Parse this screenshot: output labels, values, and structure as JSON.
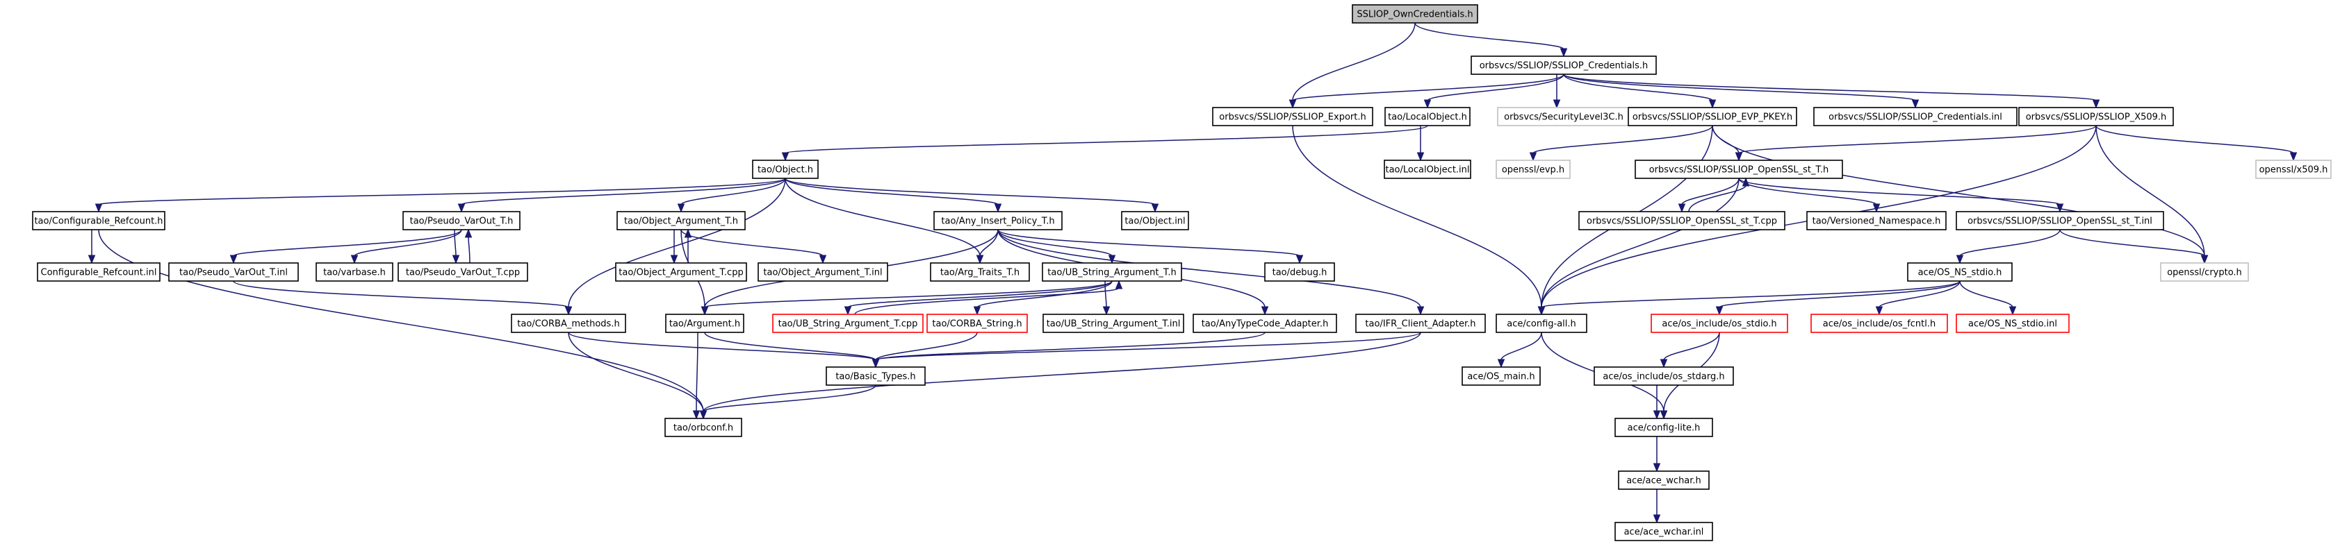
{
  "graph": {
    "colors": {
      "edge": "#191970",
      "normal_border": "#000000",
      "missing_border": "#ff0000",
      "external_border": "#bfbfbf",
      "root_fill": "#bfbfbf"
    },
    "nodes": [
      {
        "id": "n_own",
        "label": "SSLIOP_OwnCredentials.h",
        "kind": "root"
      },
      {
        "id": "n_cred",
        "label": "orbsvcs/SSLIOP/SSLIOP_Credentials.h",
        "kind": "normal"
      },
      {
        "id": "n_export",
        "label": "orbsvcs/SSLIOP/SSLIOP_Export.h",
        "kind": "normal"
      },
      {
        "id": "n_localobj",
        "label": "tao/LocalObject.h",
        "kind": "normal"
      },
      {
        "id": "n_seclevel",
        "label": "orbsvcs/SecurityLevel3C.h",
        "kind": "external"
      },
      {
        "id": "n_evp",
        "label": "orbsvcs/SSLIOP/SSLIOP_EVP_PKEY.h",
        "kind": "normal"
      },
      {
        "id": "n_credinl",
        "label": "orbsvcs/SSLIOP/SSLIOP_Credentials.inl",
        "kind": "normal"
      },
      {
        "id": "n_x509",
        "label": "orbsvcs/SSLIOP/SSLIOP_X509.h",
        "kind": "normal"
      },
      {
        "id": "n_object",
        "label": "tao/Object.h",
        "kind": "normal"
      },
      {
        "id": "n_localobjinl",
        "label": "tao/LocalObject.inl",
        "kind": "normal"
      },
      {
        "id": "n_opensslevp",
        "label": "openssl/evp.h",
        "kind": "external"
      },
      {
        "id": "n_ssltth",
        "label": "orbsvcs/SSLIOP/SSLIOP_OpenSSL_st_T.h",
        "kind": "normal"
      },
      {
        "id": "n_opensslx509",
        "label": "openssl/x509.h",
        "kind": "external"
      },
      {
        "id": "n_confref",
        "label": "tao/Configurable_Refcount.h",
        "kind": "normal"
      },
      {
        "id": "n_pvo",
        "label": "tao/Pseudo_VarOut_T.h",
        "kind": "normal"
      },
      {
        "id": "n_oat",
        "label": "tao/Object_Argument_T.h",
        "kind": "normal"
      },
      {
        "id": "n_aip",
        "label": "tao/Any_Insert_Policy_T.h",
        "kind": "normal"
      },
      {
        "id": "n_objinl",
        "label": "tao/Object.inl",
        "kind": "normal"
      },
      {
        "id": "n_ssltcpp",
        "label": "orbsvcs/SSLIOP/SSLIOP_OpenSSL_st_T.cpp",
        "kind": "normal"
      },
      {
        "id": "n_versioned",
        "label": "tao/Versioned_Namespace.h",
        "kind": "normal"
      },
      {
        "id": "n_ssltinl",
        "label": "orbsvcs/SSLIOP/SSLIOP_OpenSSL_st_T.inl",
        "kind": "normal"
      },
      {
        "id": "n_confrefinl",
        "label": "Configurable_Refcount.inl",
        "kind": "normal"
      },
      {
        "id": "n_pvoinl",
        "label": "tao/Pseudo_VarOut_T.inl",
        "kind": "normal"
      },
      {
        "id": "n_varbase",
        "label": "tao/varbase.h",
        "kind": "normal"
      },
      {
        "id": "n_pvocpp",
        "label": "tao/Pseudo_VarOut_T.cpp",
        "kind": "normal"
      },
      {
        "id": "n_oatcpp",
        "label": "tao/Object_Argument_T.cpp",
        "kind": "normal"
      },
      {
        "id": "n_oatinl",
        "label": "tao/Object_Argument_T.inl",
        "kind": "normal"
      },
      {
        "id": "n_argtraits",
        "label": "tao/Arg_Traits_T.h",
        "kind": "normal"
      },
      {
        "id": "n_usat",
        "label": "tao/UB_String_Argument_T.h",
        "kind": "normal"
      },
      {
        "id": "n_debug",
        "label": "tao/debug.h",
        "kind": "normal"
      },
      {
        "id": "n_opensslcrypto",
        "label": "openssl/crypto.h",
        "kind": "external"
      },
      {
        "id": "n_osnsstdio",
        "label": "ace/OS_NS_stdio.h",
        "kind": "normal"
      },
      {
        "id": "n_corbamethods",
        "label": "tao/CORBA_methods.h",
        "kind": "normal"
      },
      {
        "id": "n_argument",
        "label": "tao/Argument.h",
        "kind": "normal"
      },
      {
        "id": "n_usatcpp",
        "label": "tao/UB_String_Argument_T.cpp",
        "kind": "missing"
      },
      {
        "id": "n_corbastring",
        "label": "tao/CORBA_String.h",
        "kind": "missing"
      },
      {
        "id": "n_usatinl",
        "label": "tao/UB_String_Argument_T.inl",
        "kind": "normal"
      },
      {
        "id": "n_anytypecode",
        "label": "tao/AnyTypeCode_Adapter.h",
        "kind": "normal"
      },
      {
        "id": "n_ifrclient",
        "label": "tao/IFR_Client_Adapter.h",
        "kind": "normal"
      },
      {
        "id": "n_configall",
        "label": "ace/config-all.h",
        "kind": "normal"
      },
      {
        "id": "n_osincstdio",
        "label": "ace/os_include/os_stdio.h",
        "kind": "missing"
      },
      {
        "id": "n_osincfcntl",
        "label": "ace/os_include/os_fcntl.h",
        "kind": "missing"
      },
      {
        "id": "n_osnsstdioinl",
        "label": "ace/OS_NS_stdio.inl",
        "kind": "missing"
      },
      {
        "id": "n_basictypes",
        "label": "tao/Basic_Types.h",
        "kind": "normal"
      },
      {
        "id": "n_osmain",
        "label": "ace/OS_main.h",
        "kind": "normal"
      },
      {
        "id": "n_osincstdarg",
        "label": "ace/os_include/os_stdarg.h",
        "kind": "normal"
      },
      {
        "id": "n_orbconf",
        "label": "tao/orbconf.h",
        "kind": "normal"
      },
      {
        "id": "n_configlite",
        "label": "ace/config-lite.h",
        "kind": "normal"
      },
      {
        "id": "n_acewchar",
        "label": "ace/ace_wchar.h",
        "kind": "normal"
      },
      {
        "id": "n_acewcharinl",
        "label": "ace/ace_wchar.inl",
        "kind": "normal"
      }
    ],
    "edges": [
      [
        "n_own",
        "n_cred"
      ],
      [
        "n_own",
        "n_export"
      ],
      [
        "n_cred",
        "n_export"
      ],
      [
        "n_cred",
        "n_localobj"
      ],
      [
        "n_cred",
        "n_seclevel"
      ],
      [
        "n_cred",
        "n_evp"
      ],
      [
        "n_cred",
        "n_credinl"
      ],
      [
        "n_cred",
        "n_x509"
      ],
      [
        "n_export",
        "n_configall"
      ],
      [
        "n_localobj",
        "n_object"
      ],
      [
        "n_localobj",
        "n_localobjinl"
      ],
      [
        "n_evp",
        "n_opensslevp"
      ],
      [
        "n_evp",
        "n_ssltth"
      ],
      [
        "n_evp",
        "n_configall"
      ],
      [
        "n_evp",
        "n_opensslcrypto"
      ],
      [
        "n_x509",
        "n_opensslx509"
      ],
      [
        "n_x509",
        "n_ssltth"
      ],
      [
        "n_x509",
        "n_configall"
      ],
      [
        "n_x509",
        "n_opensslcrypto"
      ],
      [
        "n_object",
        "n_confref"
      ],
      [
        "n_object",
        "n_pvo"
      ],
      [
        "n_object",
        "n_oat"
      ],
      [
        "n_object",
        "n_aip"
      ],
      [
        "n_object",
        "n_objinl"
      ],
      [
        "n_object",
        "n_corbamethods"
      ],
      [
        "n_object",
        "n_argtraits"
      ],
      [
        "n_ssltth",
        "n_ssltcpp"
      ],
      [
        "n_ssltcpp",
        "n_ssltth"
      ],
      [
        "n_ssltth",
        "n_versioned"
      ],
      [
        "n_ssltth",
        "n_ssltinl"
      ],
      [
        "n_ssltth",
        "n_configall"
      ],
      [
        "n_ssltinl",
        "n_osnsstdio"
      ],
      [
        "n_ssltinl",
        "n_opensslcrypto"
      ],
      [
        "n_confref",
        "n_confrefinl"
      ],
      [
        "n_confref",
        "n_orbconf"
      ],
      [
        "n_pvo",
        "n_pvoinl"
      ],
      [
        "n_pvo",
        "n_varbase"
      ],
      [
        "n_pvo",
        "n_pvocpp"
      ],
      [
        "n_pvocpp",
        "n_pvo"
      ],
      [
        "n_pvoinl",
        "n_corbamethods"
      ],
      [
        "n_oat",
        "n_oatcpp"
      ],
      [
        "n_oatcpp",
        "n_oat"
      ],
      [
        "n_oat",
        "n_oatinl"
      ],
      [
        "n_oat",
        "n_argument"
      ],
      [
        "n_aip",
        "n_argtraits"
      ],
      [
        "n_aip",
        "n_usat"
      ],
      [
        "n_aip",
        "n_debug"
      ],
      [
        "n_aip",
        "n_argument"
      ],
      [
        "n_aip",
        "n_anytypecode"
      ],
      [
        "n_aip",
        "n_ifrclient"
      ],
      [
        "n_usat",
        "n_argument"
      ],
      [
        "n_usat",
        "n_usatcpp"
      ],
      [
        "n_usatcpp",
        "n_usat"
      ],
      [
        "n_usat",
        "n_corbastring"
      ],
      [
        "n_usat",
        "n_usatinl"
      ],
      [
        "n_osnsstdio",
        "n_configall"
      ],
      [
        "n_osnsstdio",
        "n_osincstdio"
      ],
      [
        "n_osnsstdio",
        "n_osincfcntl"
      ],
      [
        "n_osnsstdio",
        "n_osnsstdioinl"
      ],
      [
        "n_corbamethods",
        "n_basictypes"
      ],
      [
        "n_corbamethods",
        "n_orbconf"
      ],
      [
        "n_argument",
        "n_basictypes"
      ],
      [
        "n_argument",
        "n_orbconf"
      ],
      [
        "n_corbastring",
        "n_basictypes"
      ],
      [
        "n_anytypecode",
        "n_basictypes"
      ],
      [
        "n_ifrclient",
        "n_basictypes"
      ],
      [
        "n_ifrclient",
        "n_orbconf"
      ],
      [
        "n_configall",
        "n_osmain"
      ],
      [
        "n_configall",
        "n_configlite"
      ],
      [
        "n_osincstdio",
        "n_osincstdarg"
      ],
      [
        "n_osincstdio",
        "n_configlite"
      ],
      [
        "n_osincstdarg",
        "n_configlite"
      ],
      [
        "n_basictypes",
        "n_orbconf"
      ],
      [
        "n_configlite",
        "n_acewchar"
      ],
      [
        "n_acewchar",
        "n_acewcharinl"
      ]
    ]
  }
}
